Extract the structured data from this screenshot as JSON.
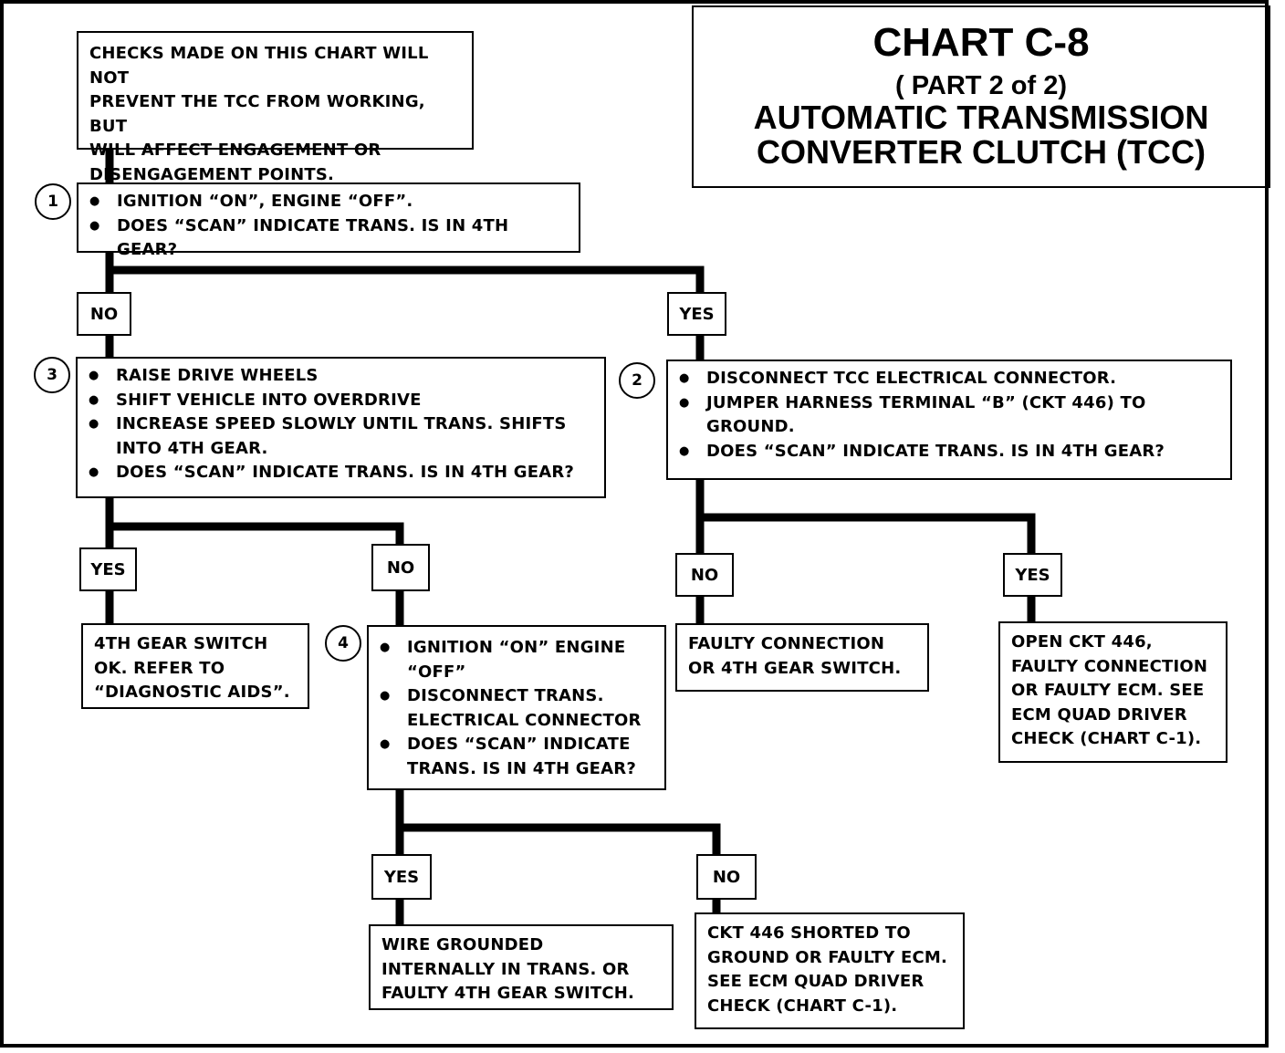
{
  "title": {
    "line1": "CHART C-8",
    "line2": "( PART 2 of 2)",
    "line3": "AUTOMATIC TRANSMISSION",
    "line4": "CONVERTER CLUTCH (TCC)"
  },
  "note": [
    "CHECKS MADE ON THIS CHART WILL NOT",
    "PREVENT THE TCC FROM WORKING, BUT",
    "WILL AFFECT ENGAGEMENT OR",
    "DISENGAGEMENT POINTS."
  ],
  "step1": {
    "number": "1",
    "bullets": [
      "IGNITION “ON”, ENGINE “OFF”.",
      "DOES “SCAN” INDICATE TRANS. IS IN 4TH GEAR?"
    ]
  },
  "step2": {
    "number": "2",
    "bullets": [
      "DISCONNECT TCC ELECTRICAL CONNECTOR.",
      "JUMPER HARNESS TERMINAL “B” (CKT 446) TO GROUND.",
      "DOES “SCAN” INDICATE TRANS. IS IN 4TH GEAR?"
    ]
  },
  "step3": {
    "number": "3",
    "bullets": [
      "RAISE DRIVE WHEELS",
      "SHIFT VEHICLE INTO OVERDRIVE",
      "INCREASE SPEED SLOWLY UNTIL TRANS. SHIFTS INTO 4TH GEAR.",
      "DOES “SCAN” INDICATE TRANS. IS IN 4TH GEAR?"
    ]
  },
  "step4": {
    "number": "4",
    "bullets": [
      "IGNITION “ON” ENGINE “OFF”",
      "DISCONNECT TRANS. ELECTRICAL CONNECTOR",
      "DOES “SCAN” INDICATE TRANS. IS IN 4TH GEAR?"
    ]
  },
  "labels": {
    "yes": "YES",
    "no": "NO"
  },
  "results": {
    "r4th_ok": [
      "4TH GEAR SWITCH",
      "OK.  REFER TO",
      "“DIAGNOSTIC AIDS”."
    ],
    "faulty_conn": [
      "FAULTY CONNECTION",
      "OR 4TH GEAR SWITCH."
    ],
    "open_ckt": [
      "OPEN CKT 446,",
      "FAULTY CONNECTION",
      "OR FAULTY ECM.  SEE",
      "ECM QUAD DRIVER",
      "CHECK (CHART C-1)."
    ],
    "wire_gnd": [
      "WIRE GROUNDED",
      "INTERNALLY IN TRANS. OR",
      "FAULTY 4TH GEAR SWITCH."
    ],
    "ckt_short": [
      "CKT 446 SHORTED TO",
      "GROUND OR FAULTY ECM.",
      "SEE ECM QUAD DRIVER",
      "CHECK (CHART C-1)."
    ]
  }
}
